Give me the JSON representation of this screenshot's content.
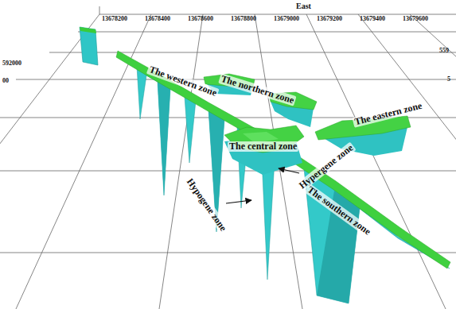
{
  "diagram": {
    "labels": [
      "East",
      "13678200",
      "13678400",
      "13678600",
      "13678800",
      "13679000",
      "13679200",
      "13679400",
      "13679600",
      "592000",
      "00",
      "559",
      "5",
      "The western zone",
      "The northern zone",
      "The eastern zone",
      "The central zone",
      "Hypergene zone",
      "Hypogene zone",
      "The southern zone"
    ]
  }
}
